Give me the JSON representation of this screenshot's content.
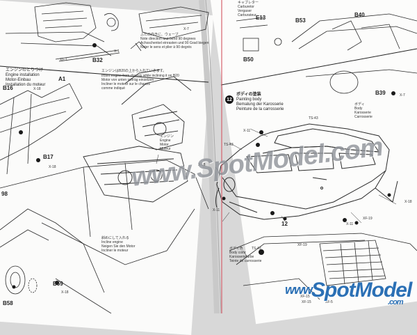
{
  "pages": {
    "left_top": {
      "callouts": [
        "B32",
        "XF-1",
        "X-1",
        "X-7"
      ],
      "note": {
        "jp": "ふたの向きに、ウェーブ",
        "en": "Note direction and bend 90 degrees",
        "de": "Achsschenkel einrasten und 90 Grad biegen",
        "fr": "Noter le sens et plier à 90 degrés"
      }
    },
    "left_main": {
      "engine_install": {
        "jp": "エンジンのとりつけ",
        "en": "Engine installation",
        "de": "Motor-Einbau",
        "fr": "Installation du moteur"
      },
      "part_a1": "A1",
      "part_b16": "B16",
      "part_b17": "B17",
      "part_98": "98",
      "part_b59": "B59",
      "part_b58": "B58",
      "x18_a": "X-18",
      "x18_b": "X-18",
      "x18_c": "X-18",
      "caution": {
        "jp": "エンジンはB20の上から入れていきます。",
        "en": "Insert engine from chassis while inclining it on B20",
        "de": "Motor von unten schräg einsetzen",
        "fr": "Incliner le moteur sur le chassis",
        "extra": "comme indiqué"
      },
      "engine_label": {
        "jp": "エンジン",
        "en": "Engine",
        "de": "Motor",
        "fr": "Moteur"
      },
      "incline": {
        "jp": "斜めにして入れる",
        "en": "Incline engine",
        "de": "Neigen Sie den Motor",
        "fr": "Incliner le moteur"
      }
    },
    "right_top": {
      "carb": [
        "キャブレター",
        "Carburetor",
        "Vergaser",
        "Carburateur"
      ],
      "e13": "E13",
      "b53": "B53",
      "b40": "B40",
      "b50": "B50",
      "b39": "B39",
      "x7": "X-7"
    },
    "right_main": {
      "step_number": "12",
      "step_title": {
        "jp": "ボディの塗装",
        "en": "Painting body",
        "de": "Bemalung der Karosserie",
        "fr": "Peinture de la carrosserie"
      },
      "body_label": [
        "ボディ",
        "Body",
        "Karosserie",
        "Carrosserie"
      ],
      "paint_codes": [
        "TS-43",
        "X-11",
        "X-18",
        "XF-19",
        "X-11",
        "X-18",
        "X-11",
        "XF-19"
      ],
      "roof_code": "TS-43",
      "part_12": "12",
      "body_color": {
        "jp": "ボディ色",
        "code": "TS-43",
        "en": "Body color",
        "de": "Karosseriefarbe",
        "fr": "Teinte de carrosserie"
      },
      "xf15_a": "XF-15",
      "xf15_b": "XF-15",
      "xf5": "XF-5"
    }
  },
  "watermark": {
    "center": "www.SpotModel.com",
    "corner_www": "www.",
    "corner_brand": "SpotModel",
    "corner_domain": ".com"
  },
  "colors": {
    "wm_main": "#8f9399",
    "wm_accent": "#2b70b5"
  }
}
